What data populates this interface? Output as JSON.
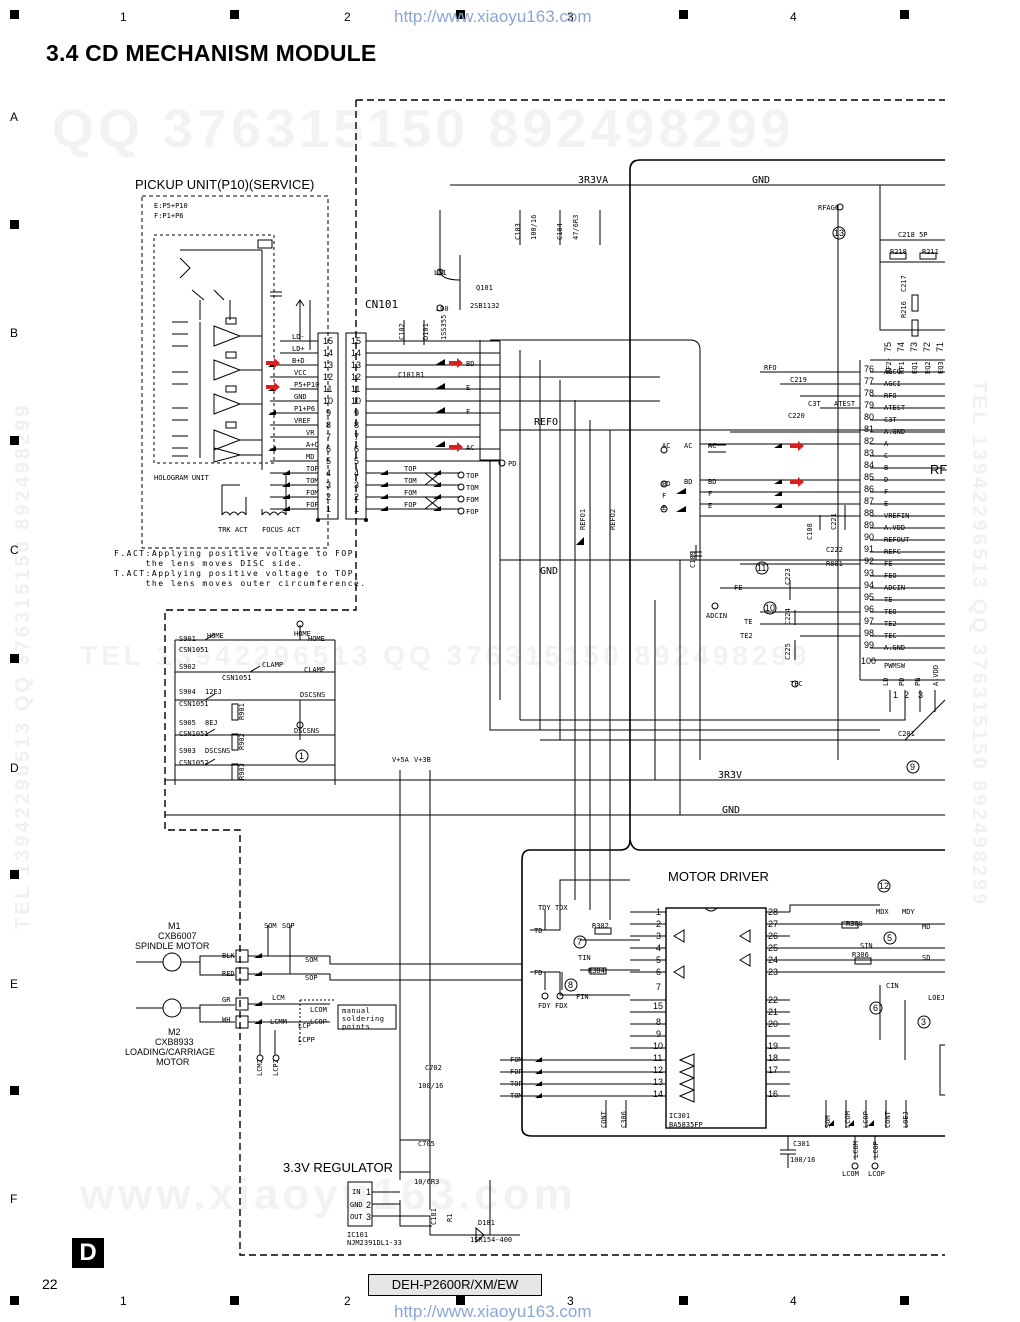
{
  "page": {
    "title": "3.4  CD MECHANISM MODULE",
    "page_number": "22",
    "model": "DEH-P2600R/XM/EW",
    "badge": "D",
    "url_top": "http://www.xiaoyu163.com",
    "url_bottom": "http://www.xiaoyu163.com",
    "grid_columns": [
      "1",
      "2",
      "3",
      "4"
    ],
    "grid_rows": [
      "A",
      "B",
      "C",
      "D",
      "E",
      "F"
    ]
  },
  "watermarks": {
    "qq_line": "QQ 376315150   892498299",
    "tel_line": "TEL  13942296513     QQ  376315150  892498299",
    "site_line": "www.xiaoyu163.com",
    "side_right": "TEL 13942296513 QQ 376315150 892498299",
    "side_left": "TEL 13942296513 QQ 376315150 892498299"
  },
  "labels": {
    "pickup_unit": "PICKUP UNIT(P10)(SERVICE)",
    "hologram_unit": "HOLOGRAM UNIT",
    "trk_act": "TRK ACT",
    "focus_act": "FOCUS ACT",
    "cn101": "CN101",
    "motor_driver": "MOTOR DRIVER",
    "regulator": "3.3V REGULATOR",
    "spindle_m1": "M1",
    "spindle_part": "CXB6007",
    "spindle_name": "SPINDLE MOTOR",
    "loading_m2": "M2",
    "loading_part": "CXB8933",
    "loading_name_1": "LOADING/CARRIAGE",
    "loading_name_2": "MOTOR",
    "ep": "E:P5+P10",
    "fp": "F:P1+P6",
    "rf_partial": "RF",
    "manual_points": "manual\nsoldering\npoints",
    "ic301": "IC301",
    "ic301_part": "BA5835FP",
    "ic101": "IC101",
    "ic101_part": "NJM2391DL1-33",
    "d181": "D181",
    "d181_part": "1SR154-400"
  },
  "notes": {
    "f_act": "F.ACT:Applying positive voltage to FOP,\n     the lens moves DISC side.",
    "t_act": "T.ACT:Applying positive voltage to TOP,\n     the lens moves outer circumference."
  },
  "nets": {
    "r3v3a": "3R3VA",
    "gnd_top": "GND",
    "refo": "REFO",
    "gnd_mid": "GND",
    "r3v3": "3R3V",
    "gnd_bottom": "GND"
  },
  "cn101_pins": [
    {
      "n": "15",
      "sig": "LD-"
    },
    {
      "n": "14",
      "sig": "LD+"
    },
    {
      "n": "13",
      "sig": "B+D"
    },
    {
      "n": "12",
      "sig": "VCC"
    },
    {
      "n": "11",
      "sig": "P5+P10"
    },
    {
      "n": "10",
      "sig": "GND"
    },
    {
      "n": "9",
      "sig": "P1+P6"
    },
    {
      "n": "8",
      "sig": "VREF"
    },
    {
      "n": "7",
      "sig": "VR"
    },
    {
      "n": "6",
      "sig": "A+C"
    },
    {
      "n": "5",
      "sig": "MD"
    },
    {
      "n": "4",
      "sig": "TOP"
    },
    {
      "n": "3",
      "sig": "TOM"
    },
    {
      "n": "2",
      "sig": "FOM"
    },
    {
      "n": "1",
      "sig": "FOP"
    }
  ],
  "ic_right_pins": [
    {
      "n": "76",
      "sig": "AGCO"
    },
    {
      "n": "77",
      "sig": "AGCI"
    },
    {
      "n": "78",
      "sig": "RFO"
    },
    {
      "n": "79",
      "sig": "ATEST"
    },
    {
      "n": "80",
      "sig": "C3T"
    },
    {
      "n": "81",
      "sig": "A.GND"
    },
    {
      "n": "82",
      "sig": "A"
    },
    {
      "n": "83",
      "sig": "C"
    },
    {
      "n": "84",
      "sig": "B"
    },
    {
      "n": "85",
      "sig": "D"
    },
    {
      "n": "86",
      "sig": "F"
    },
    {
      "n": "87",
      "sig": "E"
    },
    {
      "n": "88",
      "sig": "VREFIN"
    },
    {
      "n": "89",
      "sig": "A.VDD"
    },
    {
      "n": "90",
      "sig": "REFOUT"
    },
    {
      "n": "91",
      "sig": "REFC"
    },
    {
      "n": "92",
      "sig": "FE-"
    },
    {
      "n": "93",
      "sig": "FEO"
    },
    {
      "n": "94",
      "sig": "ADCIN"
    },
    {
      "n": "95",
      "sig": "TE-"
    },
    {
      "n": "96",
      "sig": "TEO"
    },
    {
      "n": "97",
      "sig": "TE2"
    },
    {
      "n": "98",
      "sig": "TEC"
    },
    {
      "n": "99",
      "sig": "A.GND"
    },
    {
      "n": "100",
      "sig": "PWMSW"
    }
  ],
  "ic_top_pins": [
    "75",
    "74",
    "73",
    "72",
    "71"
  ],
  "ic_top_sigs": [
    "RF2-",
    "RF1",
    "EQ1",
    "EQ2",
    "EQ3"
  ],
  "switches": [
    {
      "ref": "S901",
      "part": "CSN1051",
      "sig": "HOME"
    },
    {
      "ref": "S902",
      "part": "CSN1051",
      "sig": "CLAMP"
    },
    {
      "ref": "S904",
      "part": "CSN1051",
      "sig": "12EJ"
    },
    {
      "ref": "S905",
      "part": "CSN1051",
      "sig": "8EJ"
    },
    {
      "ref": "S903",
      "part": "CSN1052",
      "sig": "DSCSNS"
    }
  ],
  "motor_driver_left_pins": [
    "1",
    "2",
    "3",
    "4",
    "5",
    "6",
    "7",
    "8",
    "9",
    "10",
    "11",
    "12",
    "13",
    "14",
    "15"
  ],
  "motor_driver_right_pins": [
    "28",
    "27",
    "26",
    "25",
    "24",
    "23",
    "22",
    "21",
    "20",
    "19",
    "18",
    "17",
    "16"
  ],
  "circled": [
    "13",
    "11",
    "10",
    "9",
    "1",
    "7",
    "8",
    "12",
    "5",
    "6",
    "3"
  ],
  "drive_signals": [
    "TOP",
    "TOM",
    "FOM",
    "FOP"
  ],
  "small_refs": {
    "q101": "Q101",
    "q101_part": "2SB1132",
    "d101": "D101",
    "d101_part": "1SS355",
    "c102": "C102",
    "c103": "C103",
    "c103_val": "100/16",
    "c104": "C104",
    "c104_val": "47/6R3",
    "c702": "C702",
    "c702_val": "100/16",
    "c705": "C705",
    "c705_val": "10/6R3",
    "c301": "C301",
    "c301_val": "100/16",
    "c101": "C101",
    "r1": "R1",
    "ld1": "LD1",
    "ld0": "LD0",
    "v5a": "V+5A",
    "v3b": "V+3B",
    "refo1": "REFO1",
    "refo2": "REFO2",
    "rfagc": "RFAGC",
    "c218": "C218 5P",
    "r218": "R218",
    "r211": "R211",
    "c217": "C217",
    "r216": "R216",
    "rfo": "RFO",
    "c219": "C219",
    "c3t": "C3T",
    "c220": "C220",
    "atest": "ATEST",
    "ac": "AC",
    "bd": "BD",
    "f": "F",
    "e": "E",
    "c221": "C221",
    "c108": "C108",
    "c222": "C222",
    "r801": "R801",
    "c109": "C109",
    "fe": "FE",
    "c223": "C223",
    "adcin": "ADCIN",
    "te": "TE",
    "te2": "TE2",
    "c224": "C224",
    "c225": "C225",
    "tec": "TEC",
    "c201": "C201",
    "ld": "LD",
    "pd": "PD",
    "pn": "PN",
    "avdd": "A.VDD",
    "pd_pin": "PD",
    "tdy": "TDY",
    "tdx": "TDX",
    "td": "TD",
    "tin": "TIN",
    "fdy": "FDY",
    "fdx": "FDX",
    "fd": "FD",
    "fin": "FIN",
    "r302": "R302",
    "r304": "R304",
    "mdx": "MDX",
    "mdy": "MDY",
    "md": "MD",
    "sin": "SIN",
    "sd": "SD",
    "cin": "CIN",
    "loej": "LOEJ",
    "r308": "R308",
    "r306": "R306",
    "fom": "FOM",
    "fop": "FOP",
    "top": "TOP",
    "tom": "TOM",
    "cont": "CONT",
    "c306": "C306",
    "som": "SOM",
    "sop": "SOP",
    "lcom": "LCOM",
    "lcop": "LCOP",
    "lcop2": "LCOP",
    "lcom2": "LCOM",
    "blk": "BLK",
    "red": "RED",
    "gr": "GR",
    "wh": "WH",
    "lcm": "LCM",
    "lcmm": "LCMM",
    "lcp": "LCP",
    "lcpp": "LCPP",
    "lcm2": "LCM2",
    "lcp2": "LCP2",
    "in": "IN",
    "gnd": "GND",
    "out": "OUT",
    "c181": "C181",
    "r1b": "R1",
    "pin_1": "1",
    "pin_2": "2",
    "pin_3": "3",
    "home": "HOME",
    "clamp": "CLAMP",
    "dscsns": "DSCSNS",
    "r901": "R901",
    "r902": "R902",
    "r903": "R903"
  },
  "colors": {
    "ink": "#000000",
    "arrow": "#d92020",
    "watermark": "#f0f0f0",
    "url": "#8aa6d6",
    "model_box": "#e6e6e6"
  }
}
